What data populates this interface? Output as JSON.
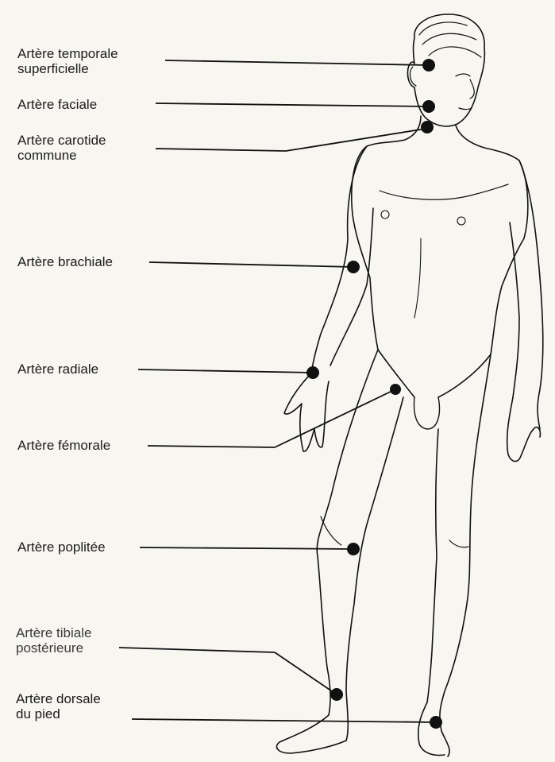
{
  "pulse_points": [
    {
      "id": "temporal",
      "lines": [
        "Artère temporale",
        "superficielle"
      ]
    },
    {
      "id": "facial",
      "lines": [
        "Artère faciale"
      ]
    },
    {
      "id": "carotid",
      "lines": [
        "Artère carotide",
        "commune"
      ]
    },
    {
      "id": "brachial",
      "lines": [
        "Artère brachiale"
      ]
    },
    {
      "id": "radial",
      "lines": [
        "Artère radiale"
      ]
    },
    {
      "id": "femoral",
      "lines": [
        "Artère fémorale"
      ]
    },
    {
      "id": "popliteal",
      "lines": [
        "Artère poplitée"
      ]
    },
    {
      "id": "tibial",
      "lines": [
        "Artère tibiale",
        "postérieure"
      ]
    },
    {
      "id": "dorsalis",
      "lines": [
        "Artère dorsale",
        "du pied"
      ]
    }
  ],
  "colors": {
    "ink": "#111111",
    "paper": "#f7f6f1"
  }
}
